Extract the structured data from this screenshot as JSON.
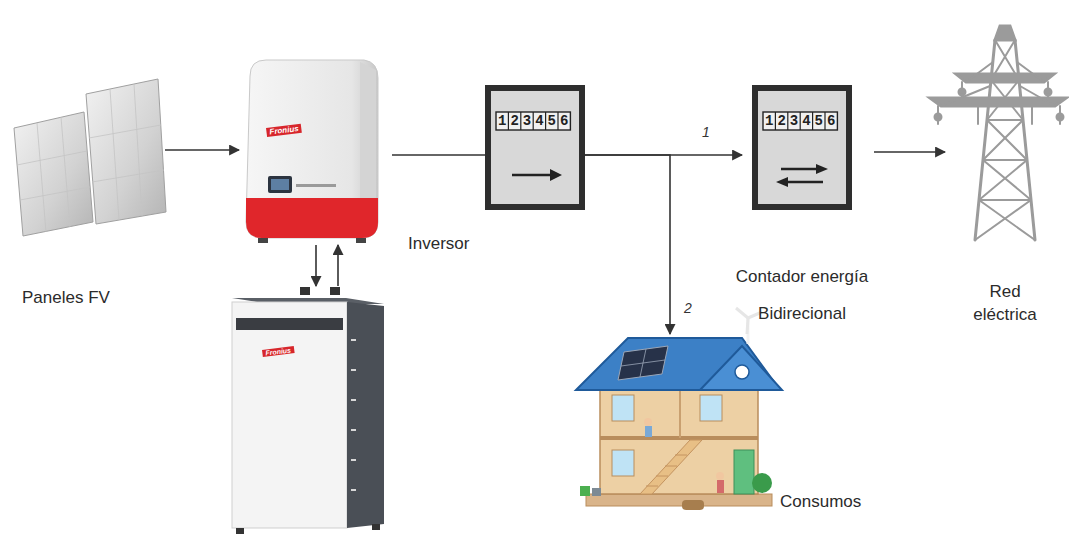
{
  "diagram": {
    "nodes": [
      {
        "text": [
          "Paneles FV"
        ]
      },
      {
        "text": [
          "Fronius",
          "Inversor"
        ]
      },
      {
        "text": [
          "Fronius"
        ]
      },
      {
        "text": [
          "123456"
        ]
      },
      {
        "text": [
          "123456",
          "Contador energía Bidirecional"
        ]
      },
      {
        "text": [
          "Consumos"
        ]
      },
      {
        "text": [
          "Red eléctrica"
        ]
      }
    ],
    "edges": [
      {
        "from": 0,
        "to": 1,
        "arrow": "to"
      },
      {
        "from": 1,
        "to": 2,
        "arrow": "to"
      },
      {
        "from": 2,
        "to": 1,
        "arrow": "to"
      },
      {
        "from": 1,
        "to": 3,
        "arrow": "none"
      },
      {
        "from": 3,
        "to": 4,
        "label": "1",
        "arrow": "to"
      },
      {
        "from": 3,
        "to": 5,
        "label": "2",
        "arrow": "to"
      },
      {
        "from": 4,
        "to": 6,
        "arrow": "to"
      }
    ]
  }
}
